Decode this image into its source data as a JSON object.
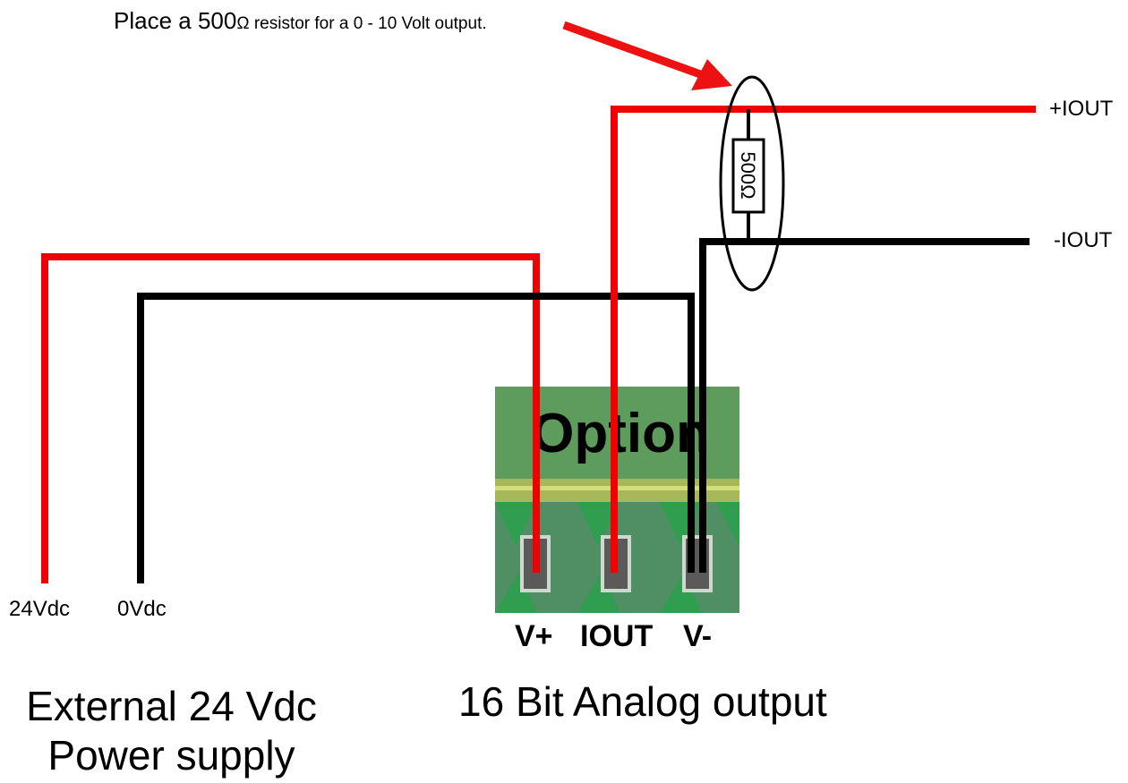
{
  "annotation": {
    "prefix": "Place a 500",
    "omega": "Ω",
    "rest": " resistor for a 0 - 10 Volt output."
  },
  "resistor": {
    "label": "500Ω"
  },
  "outputs": {
    "plus": "+IOUT",
    "minus": "-IOUT"
  },
  "power": {
    "positive": "24Vdc",
    "ground": "0Vdc"
  },
  "module": {
    "name": "Option",
    "terminals": [
      "V+",
      "IOUT",
      "V-"
    ],
    "caption": "16 Bit Analog output"
  },
  "supply_caption": {
    "line1": "External 24 Vdc",
    "line2": "Power supply"
  },
  "colors": {
    "positive_wire": "#f00000",
    "negative_wire": "#000000",
    "module_top": "#5e9c5e",
    "module_stripe": "#a6b85a",
    "module_base": "#4f8f63",
    "terminal": "#5a5a5a"
  }
}
